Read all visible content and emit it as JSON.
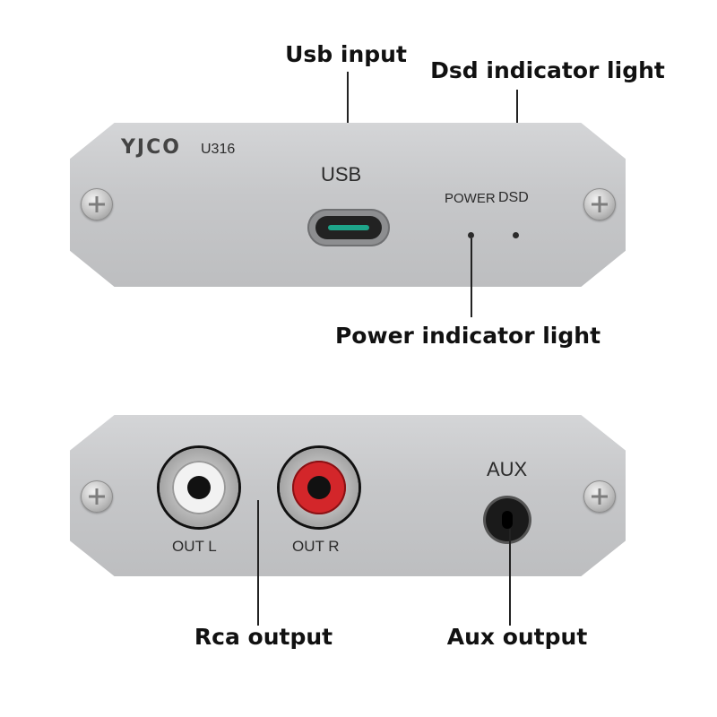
{
  "callouts": {
    "usb_input": "Usb input",
    "dsd_indicator": "Dsd indicator light",
    "power_indicator": "Power indicator light",
    "rca_output": "Rca output",
    "aux_output": "Aux output"
  },
  "front_panel": {
    "brand": "YJCO",
    "model": "U316",
    "usb_label": "USB",
    "power_label": "POWER",
    "dsd_label": "DSD"
  },
  "back_panel": {
    "aux_label": "AUX",
    "out_l_label": "OUT L",
    "out_r_label": "OUT R"
  },
  "colors": {
    "rca_left_ring": "#f2f2f2",
    "rca_right_ring": "#d3262a",
    "usb_tongue": "#1ea58a",
    "panel": "#c6c7c9"
  }
}
